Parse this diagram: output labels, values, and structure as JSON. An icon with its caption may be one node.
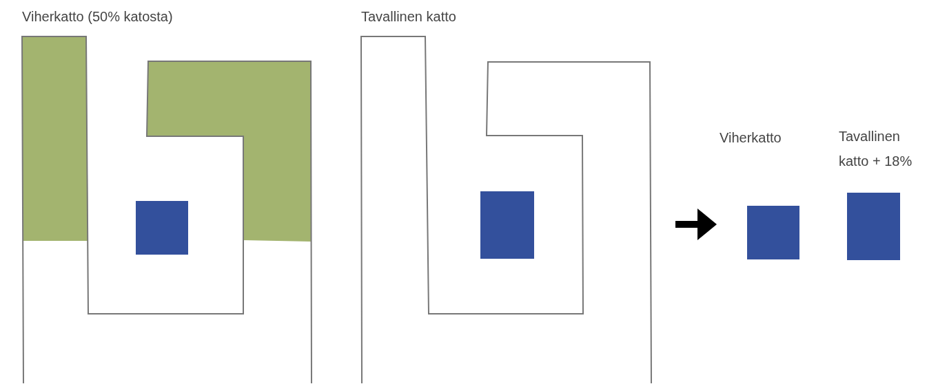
{
  "diagram": {
    "nodes": [
      {
        "text": [
          "Viherkatto"
        ]
      },
      {
        "text": [
          "Tavallinen katto + 18%"
        ]
      }
    ],
    "labels": [
      "Viherkatto (50% katosta)",
      "Tavallinen katto"
    ]
  }
}
